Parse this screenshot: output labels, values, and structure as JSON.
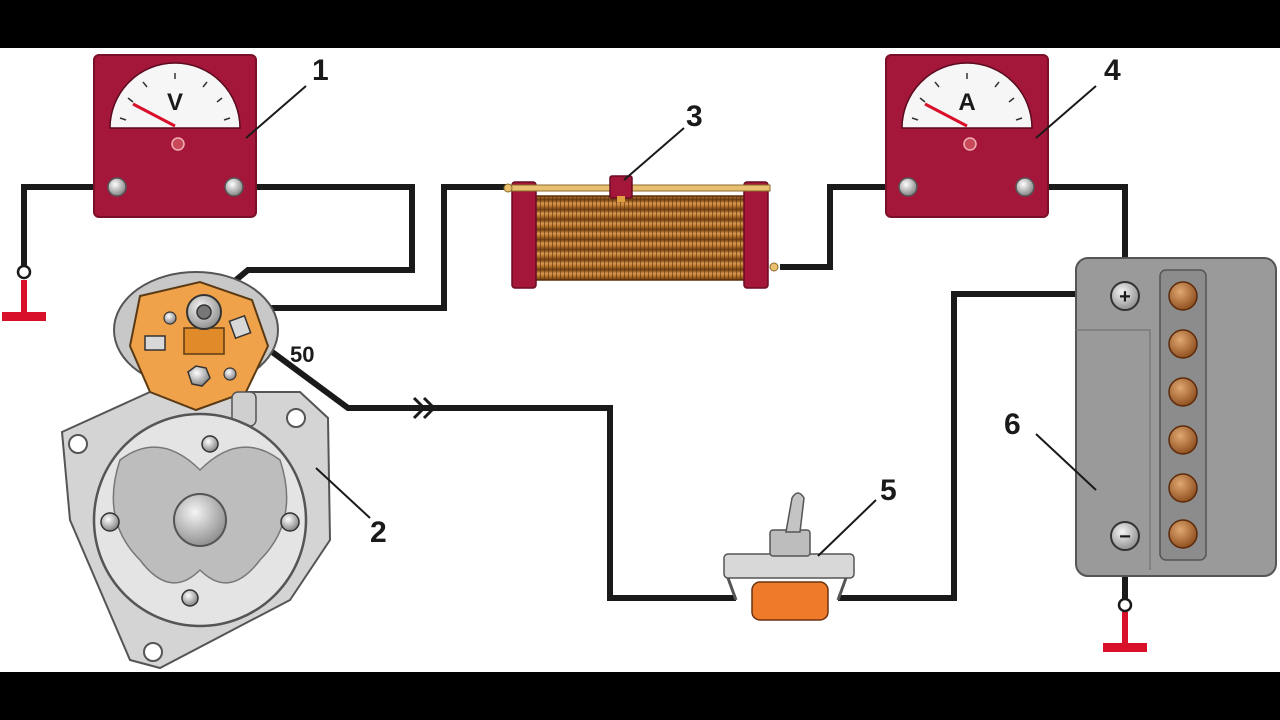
{
  "labels": {
    "voltmeter": "1",
    "starter": "2",
    "rheostat": "3",
    "ammeter": "4",
    "switch": "5",
    "battery": "6",
    "terminal_50": "50"
  },
  "meters": {
    "voltmeter_symbol": "V",
    "ammeter_symbol": "A"
  },
  "battery_terminals": {
    "positive": "+",
    "negative": "−"
  },
  "colors": {
    "meter_body": "#a4173a",
    "wire": "#1a1a1a",
    "ground": "#d8102a",
    "starter_plate": "#f0a24a",
    "switch_body": "#ef7a2a",
    "coil": "#b8742a",
    "battery": "#9a9a9a"
  }
}
